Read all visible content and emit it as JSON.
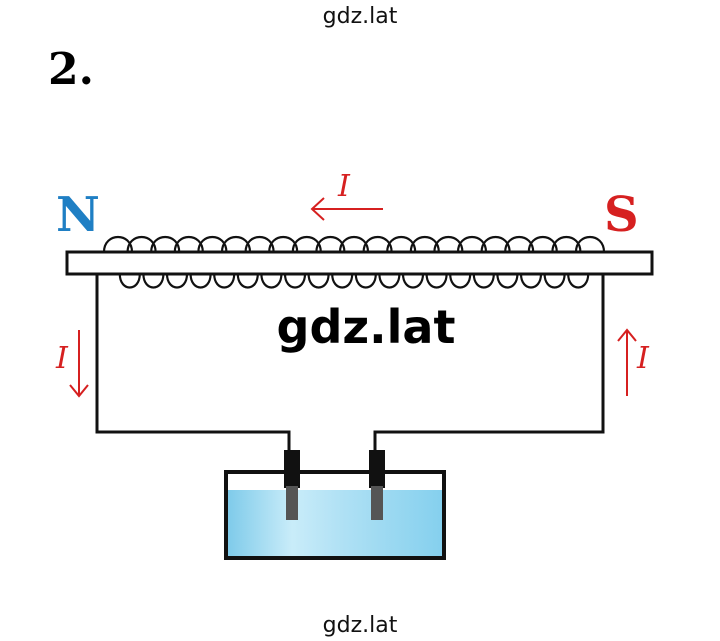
{
  "watermark_top": "gdz.lat",
  "watermark_bottom": "gdz.lat",
  "watermark_center": "gdz.lat",
  "problem_number": "2.",
  "poles": {
    "north": "N",
    "south": "S"
  },
  "current": {
    "top_label": "I",
    "left_label": "I",
    "right_label": "I"
  },
  "colors": {
    "north_pole": "#1f7fc4",
    "south_pole": "#d62020",
    "current_arrows": "#d62020",
    "wire": "#111111",
    "electrolyte": "#8fd4ef"
  }
}
